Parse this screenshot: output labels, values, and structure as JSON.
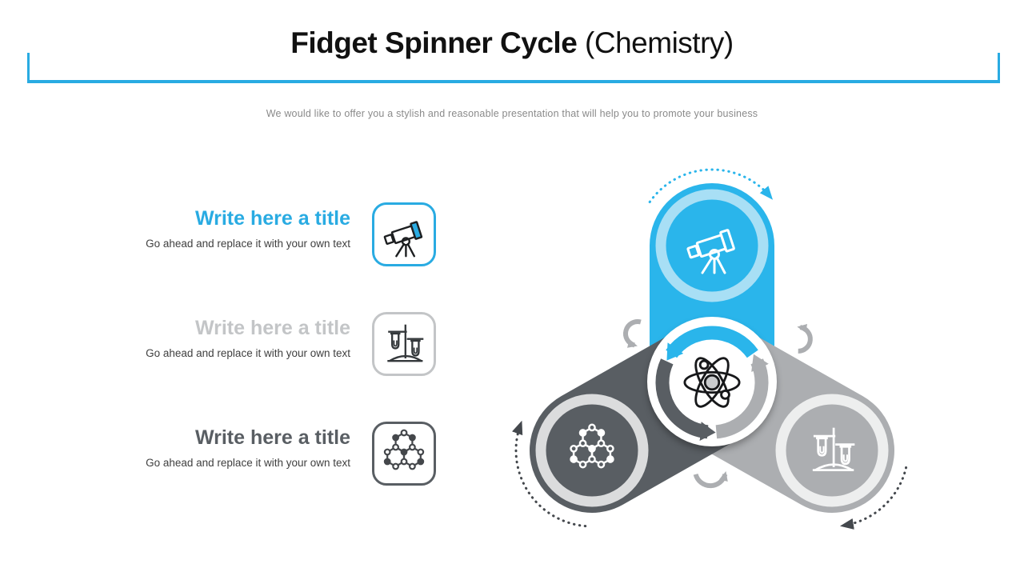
{
  "slide": {
    "title_bold": "Fidget Spinner Cycle",
    "title_normal": " (Chemistry)",
    "subtitle": "We would like to offer you a stylish and reasonable presentation that will help you to promote your business"
  },
  "items": [
    {
      "title": "Write here a title",
      "description": "Go ahead and replace it with your own text",
      "icon": "telescope-icon",
      "accent": "#29ABE2"
    },
    {
      "title": "Write here a title",
      "description": "Go ahead and replace it with your own text",
      "icon": "test-tubes-icon",
      "accent": "#C3C5C7"
    },
    {
      "title": "Write here a title",
      "description": "Go ahead and replace it with your own text",
      "icon": "molecule-icon",
      "accent": "#595E63"
    }
  ],
  "spinner": {
    "lobes": [
      {
        "position": "top",
        "icon": "telescope-icon",
        "color": "#2AB5EB",
        "ring_color": "#A8DFF5"
      },
      {
        "position": "bottom-left",
        "icon": "molecule-icon",
        "color": "#595E63",
        "ring_color": "#DBDCDD"
      },
      {
        "position": "bottom-right",
        "icon": "test-tubes-icon",
        "color": "#ACAEB1",
        "ring_color": "#EDEEEE"
      }
    ],
    "center_icon": "atom-icon",
    "rotation": "counterclockwise-inner, clockwise-outer"
  },
  "colors": {
    "accent_blue": "#29ABE2",
    "spinner_blue": "#2AB5EB",
    "light_blue": "#A8DFF5",
    "dark_gray": "#595E63",
    "mid_gray": "#ACAEB1",
    "ring_dark": "#DBDCDD",
    "ring_light": "#EDEEEE",
    "title_black": "#111111",
    "subtitle_gray": "#8A8A8A",
    "desc_gray": "#3F3F3F",
    "arrow_gray": "#ACAEB1",
    "dotted_dark": "#44484D"
  }
}
